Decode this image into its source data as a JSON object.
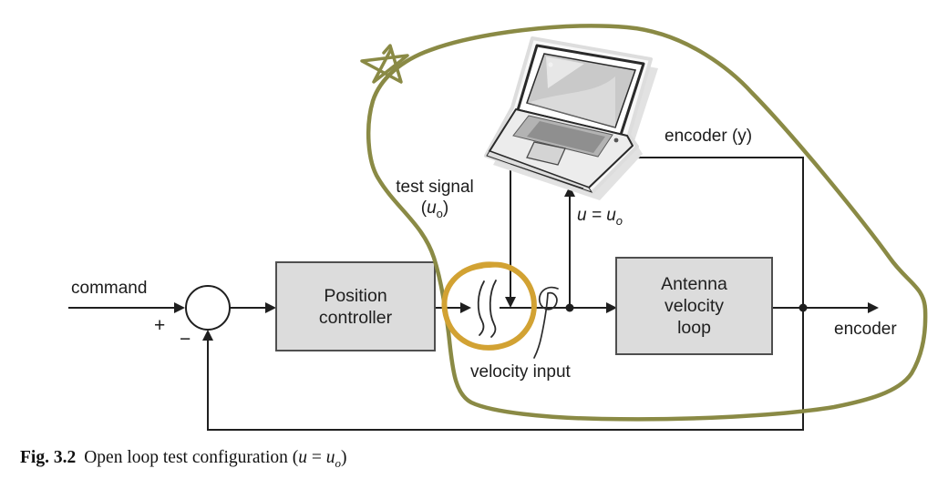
{
  "figure": {
    "caption": {
      "fig_label": "Fig. 3.2",
      "title_prefix": "Open loop test configuration (",
      "var_u": "u",
      "equals": " = ",
      "var_u2": "u",
      "subscript_o": "o",
      "title_suffix": ")"
    }
  },
  "diagram": {
    "labels": {
      "command": "command",
      "plus_sign": "+",
      "minus_sign": "−",
      "test_signal_line1": "test signal",
      "test_signal_open_paren": "(",
      "test_signal_var": "u",
      "test_signal_sub": "o",
      "test_signal_close_paren": ")",
      "u_equals": "u = u",
      "u_equals_sub": "o",
      "encoder_y": "encoder (y)",
      "encoder_out": "encoder",
      "velocity_input": "velocity input"
    },
    "blocks": {
      "position_controller": {
        "line1": "Position",
        "line2": "controller"
      },
      "antenna_velocity_loop": {
        "line1": "Antenna",
        "line2": "velocity",
        "line3": "loop"
      }
    },
    "icons": {
      "laptop": "laptop-icon",
      "star_doodle": "star-doodle-icon",
      "hand_drawn_circle": "hand-drawn-circle-annotation",
      "hand_drawn_loop": "hand-drawn-loop-annotation"
    },
    "colors": {
      "box_fill": "#dcdcdc",
      "box_border": "#4f4f4f",
      "signal_line": "#1f1f1f",
      "annotation_olive": "#8a8a45",
      "annotation_orange": "#d2a233",
      "laptop_screen": "#c9c9c9",
      "laptop_body": "#ececec"
    }
  }
}
